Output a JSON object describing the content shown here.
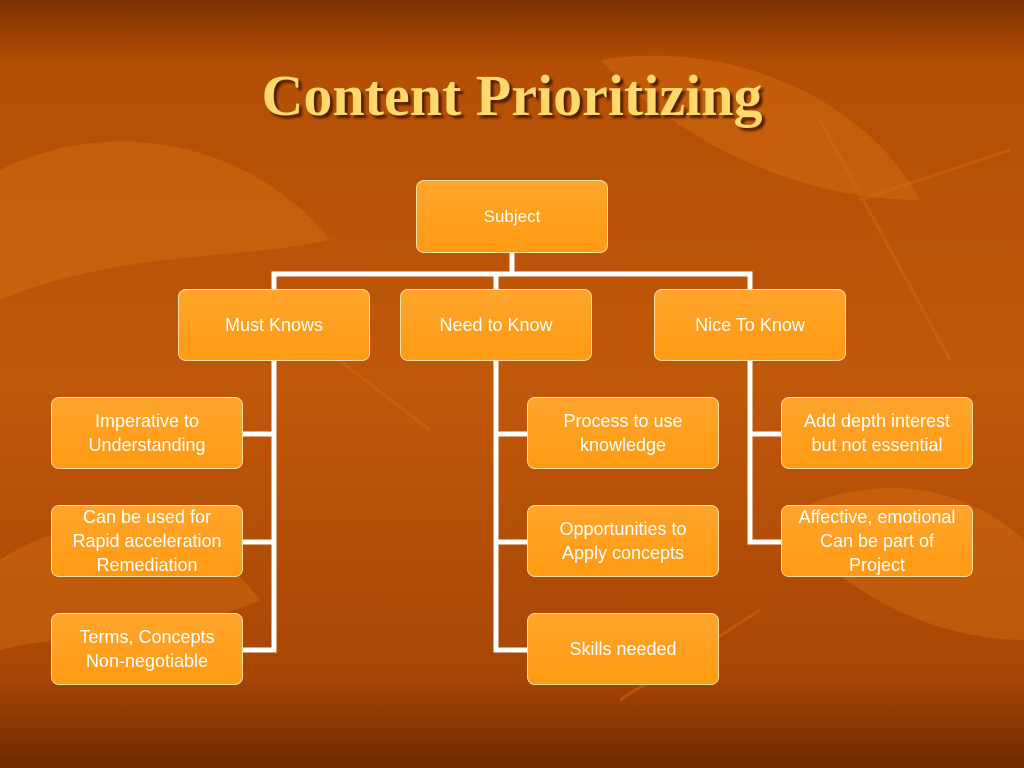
{
  "slide": {
    "title": "Content Prioritizing"
  },
  "diagram": {
    "root": "Subject",
    "categories": [
      "Must Knows",
      "Need to Know",
      "Nice To Know"
    ],
    "must_knows": [
      "Imperative to\nUnderstanding",
      "Can be used for\nRapid acceleration\nRemediation",
      "Terms, Concepts\nNon-negotiable"
    ],
    "need_to_know": [
      "Process to use\nknowledge",
      "Opportunities to\nApply concepts",
      "Skills needed"
    ],
    "nice_to_know": [
      "Add depth interest\nbut not essential",
      "Affective, emotional\nCan be part of\nProject"
    ]
  },
  "colors": {
    "node_fill": "#ff9a12",
    "connector": "#ffffff",
    "title_text": "#ffd96a",
    "background": "#c0580a"
  }
}
